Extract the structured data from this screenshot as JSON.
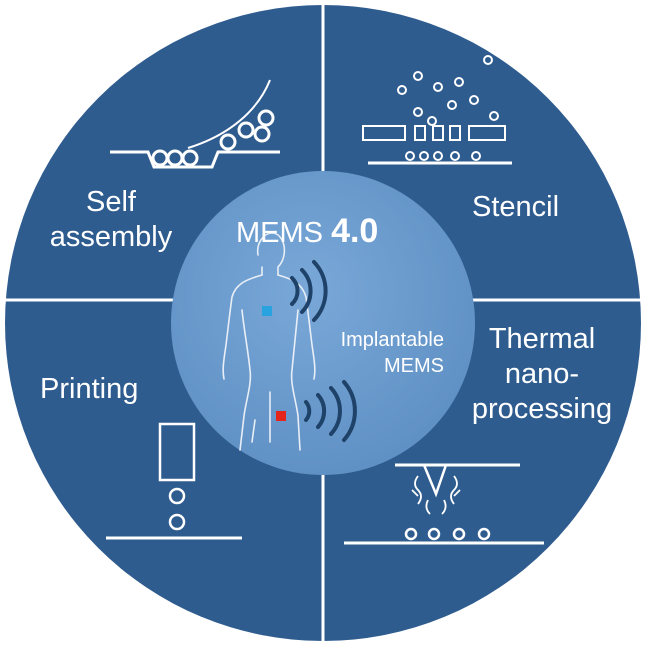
{
  "center": {
    "title_prefix": "MEMS",
    "title_version": "4.0",
    "implant_line1": "Implantable",
    "implant_line2": "MEMS"
  },
  "quadrants": {
    "self_assembly": {
      "line1": "Self",
      "line2": "assembly"
    },
    "stencil": {
      "label": "Stencil"
    },
    "printing": {
      "label": "Printing"
    },
    "thermal": {
      "line1": "Thermal",
      "line2": "nano-",
      "line3": "processing"
    }
  },
  "colors": {
    "outer_fill": "#2f5c8f",
    "inner_fill": "#6a9bcf",
    "divider": "#ffffff",
    "sensor_top": "#29a3e0",
    "sensor_bottom": "#e5251c"
  }
}
